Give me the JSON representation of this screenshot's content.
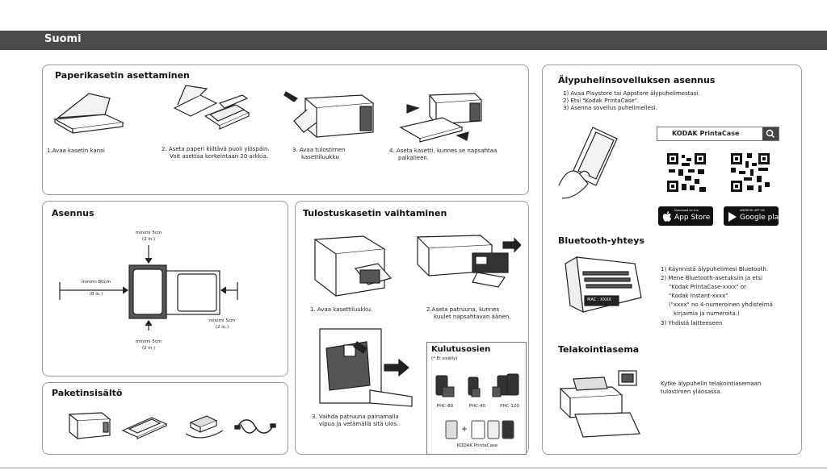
{
  "header": {
    "title": "Suomi"
  },
  "paper": {
    "title": "Paperikasetin asettaminen",
    "step1": "1.Avaa kasetin kansi",
    "step2_l1": "2. Aseta paperi kiiltävä puoli ylöspäin.",
    "step2_l2": "Voit asettaa korkeintaan 20 arkkia.",
    "step3_l1": "3. Avaa tulostimen",
    "step3_l2": "kasettiluukku",
    "step4_l1": "4. Aseta kasetti, kunnes se napsahtaa",
    "step4_l2": "paikalleen."
  },
  "install": {
    "title": "Asennus",
    "top_l1": "minimi 5cm",
    "top_l2": "(2 in.)",
    "left_l1": "minimi 80cm",
    "left_l2": "(8 in.)",
    "right_l1": "minimi 5cm",
    "right_l2": "(2 in.)",
    "bottom_l1": "minimi 5cm",
    "bottom_l2": "(2 in.)"
  },
  "cartridge": {
    "title": "Tulostuskasetin vaihtaminen",
    "step1": "1. Avaa kasettiluukku.",
    "step2_l1": "2.Aseta patruuna, kunnes",
    "step2_l2": "kuulet napsahtavan äänen.",
    "step3_l1": "3. Vaihda patruuna painamalla",
    "step3_l2": "vipua ja vetämällä sitä ulos.",
    "consumables_title": "Kulutusosien",
    "consumables_note": "(* Ei sisälly)",
    "consumables": [
      "PHC-80",
      "PHC-40",
      "PHC-120"
    ],
    "consumables_case": "KODAK PrintaCase"
  },
  "package": {
    "title": "Paketinsisältö"
  },
  "app": {
    "title": "Älypuhelinsovelluksen asennus",
    "line1": "1) Avaa Playstore tai Appstore älypuhelimestasi.",
    "line2": "2) Etsi \"Kodak PrintaCase\".",
    "line3": "3) Asenna sovellus puhelimellesi.",
    "search_text": "KODAK PrintaCase",
    "appstore_small": "Download on the",
    "appstore_big": "App Store",
    "google_small": "ANDROID APP ON",
    "google_big": "Google play"
  },
  "bluetooth": {
    "title": "Bluetooth-yhteys",
    "l1": "1) Käynnistä älypuhelimesi Bluetooth.",
    "l2": "2) Mene Bluetooth-asetuksiin ja etsi",
    "l3": "\"Kodak PrintaCase-xxxx\" or",
    "l4": "\"Kodak Instant-xxxx\"",
    "l5": "(\"xxxx\" no 4-numeroinen yhdistelmä",
    "l6": "kirjaimia ja numeroita.)",
    "l7": "3) Yhdistä laitteeseen",
    "mac_label": "MAC : XXXX"
  },
  "dock": {
    "title": "Telakointiasema",
    "l1": "Kytke älypuhelin telakointiasemaan",
    "l2": "tulostimen yläosassa."
  }
}
